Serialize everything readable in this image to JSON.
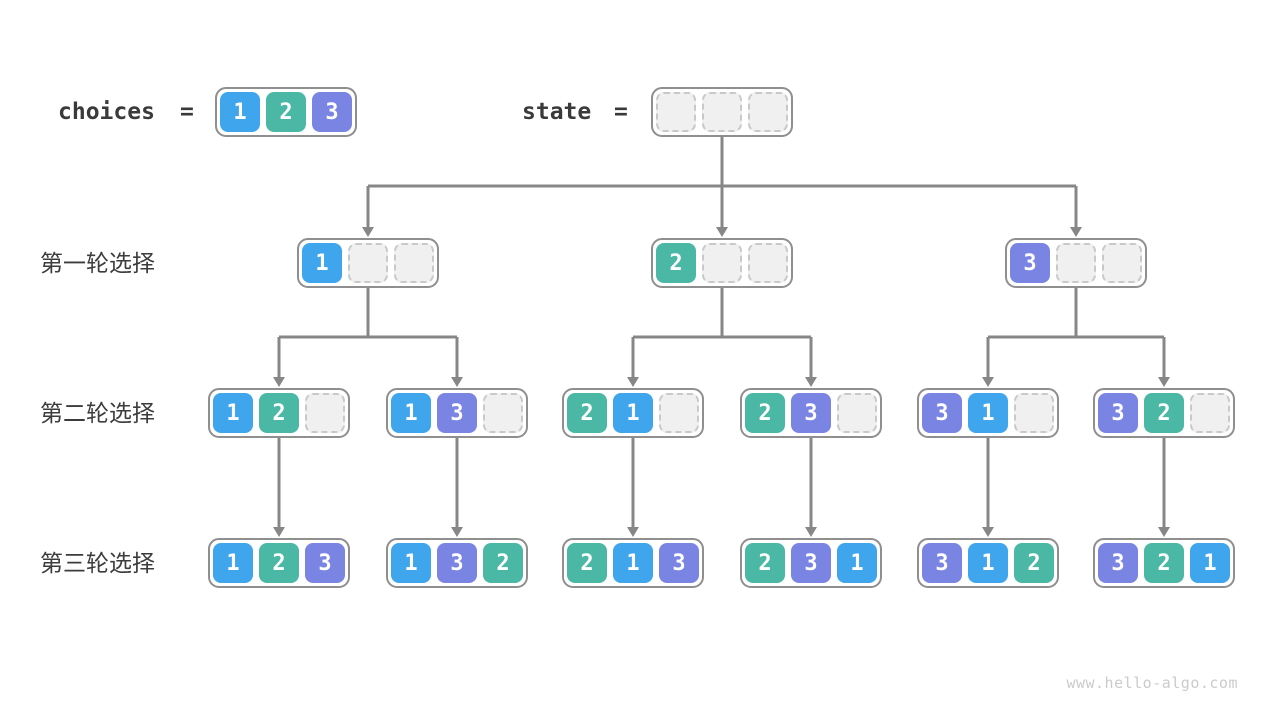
{
  "top_row": {
    "choices_label": "choices",
    "equals_sign": "=",
    "choices_cells": [
      "1",
      "2",
      "3"
    ],
    "state_label": "state",
    "state_cells": [
      "",
      "",
      ""
    ]
  },
  "rows": [
    {
      "label": "第一轮选择",
      "arrays": [
        [
          "1",
          "",
          ""
        ],
        [
          "2",
          "",
          ""
        ],
        [
          "3",
          "",
          ""
        ]
      ]
    },
    {
      "label": "第二轮选择",
      "arrays": [
        [
          "1",
          "2",
          ""
        ],
        [
          "1",
          "3",
          ""
        ],
        [
          "2",
          "1",
          ""
        ],
        [
          "2",
          "3",
          ""
        ],
        [
          "3",
          "1",
          ""
        ],
        [
          "3",
          "2",
          ""
        ]
      ]
    },
    {
      "label": "第三轮选择",
      "arrays": [
        [
          "1",
          "2",
          "3"
        ],
        [
          "1",
          "3",
          "2"
        ],
        [
          "2",
          "1",
          "3"
        ],
        [
          "2",
          "3",
          "1"
        ],
        [
          "3",
          "1",
          "2"
        ],
        [
          "3",
          "2",
          "1"
        ]
      ]
    }
  ],
  "watermark": "www.hello-algo.com",
  "colors": {
    "value_1": "#3fa5ec",
    "value_2": "#4ab8a5",
    "value_3": "#7a84e2",
    "empty_fill": "#f0f0f0",
    "empty_dash": "#c9c9c9",
    "node_border": "#8f8f8f",
    "arrow": "#878787",
    "label_text": "#3c3c3c",
    "watermark_text": "#cbcbcb"
  }
}
